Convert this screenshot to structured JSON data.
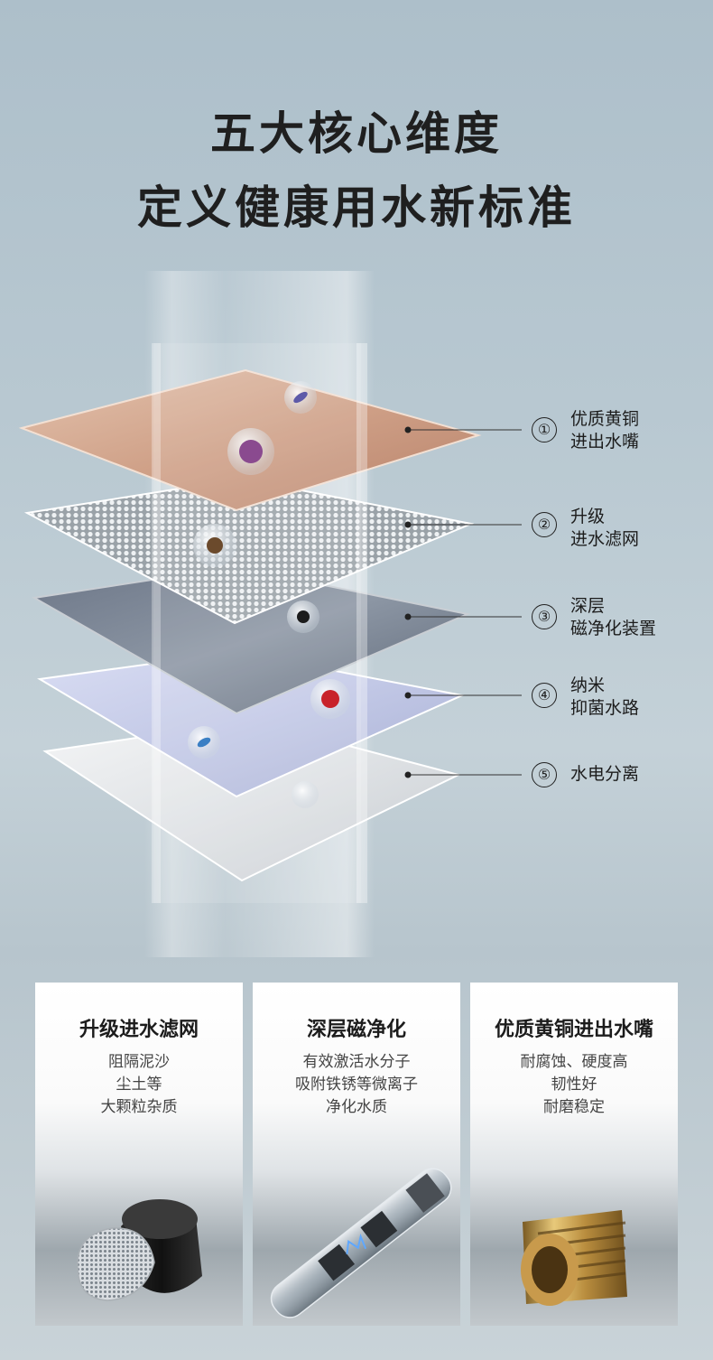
{
  "header": {
    "title_line1": "五大核心维度",
    "title_line2": "定义健康用水新标准"
  },
  "layers": [
    {
      "number": "①",
      "label": "优质黄铜\n进出水嘴",
      "color": "#d2a489"
    },
    {
      "number": "②",
      "label": "升级\n进水滤网",
      "color": "#cfd4d8"
    },
    {
      "number": "③",
      "label": "深层\n磁净化装置",
      "color": "#7e8a99"
    },
    {
      "number": "④",
      "label": "纳米\n抑菌水路",
      "color": "#cdd4ee"
    },
    {
      "number": "⑤",
      "label": "水电分离",
      "color": "#e4e6ea"
    }
  ],
  "cards": [
    {
      "title": "升级进水滤网",
      "lines": [
        "阻隔泥沙",
        "尘土等",
        "大颗粒杂质"
      ],
      "icon": "filter-mesh-icon"
    },
    {
      "title": "深层磁净化",
      "lines": [
        "有效激活水分子",
        "吸附铁锈等微离子",
        "净化水质"
      ],
      "icon": "magnetic-tube-icon"
    },
    {
      "title": "优质黄铜进出水嘴",
      "lines": [
        "耐腐蚀、硬度高",
        "韧性好",
        "耐磨稳定"
      ],
      "icon": "brass-fitting-icon"
    }
  ]
}
